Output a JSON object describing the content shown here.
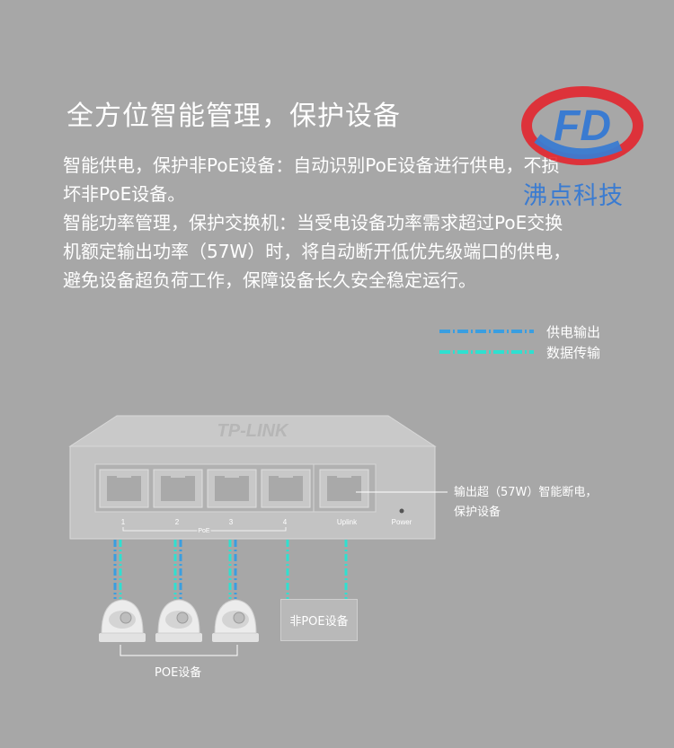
{
  "title": "全方位智能管理，保护设备",
  "paragraph1": {
    "line1": "智能供电，保护非PoE设备：自动识别PoE设备进行供电，不损",
    "line2": "坏非PoE设备。"
  },
  "paragraph2": {
    "line1": "智能功率管理，保护交换机：当受电设备功率需求超过PoE交换",
    "line2": "机额定输出功率（57W）时，将自动断开低优先级端口的供电，",
    "line3": "避免设备超负荷工作，保障设备长久安全稳定运行。"
  },
  "brand": {
    "logo_letters": "FD",
    "name": "沸点科技",
    "colors": {
      "red": "#e3262f",
      "blue": "#3a7bd1"
    }
  },
  "legend": [
    {
      "label": "供电输出",
      "color": "#3a9ee0"
    },
    {
      "label": "数据传输",
      "color": "#2fe0d0"
    }
  ],
  "switch": {
    "brand_text": "TP-LINK",
    "ports": [
      {
        "label": "1"
      },
      {
        "label": "2"
      },
      {
        "label": "3"
      },
      {
        "label": "4"
      },
      {
        "label": "Uplink"
      }
    ],
    "poe_group_label": "PoE",
    "power_label": "Power"
  },
  "callout": {
    "line1": "输出超（57W）智能断电，",
    "line2": "保护设备"
  },
  "devices": {
    "poe_group_label": "POE设备",
    "non_poe_label": "非POE设备"
  }
}
